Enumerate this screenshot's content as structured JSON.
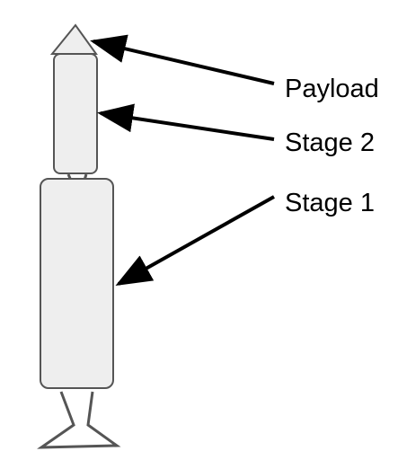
{
  "diagram": {
    "labels": {
      "payload": "Payload",
      "stage2": "Stage 2",
      "stage1": "Stage 1"
    },
    "colors": {
      "body_fill": "#eeeeee",
      "outline": "#555555",
      "arrow": "#000000"
    }
  }
}
